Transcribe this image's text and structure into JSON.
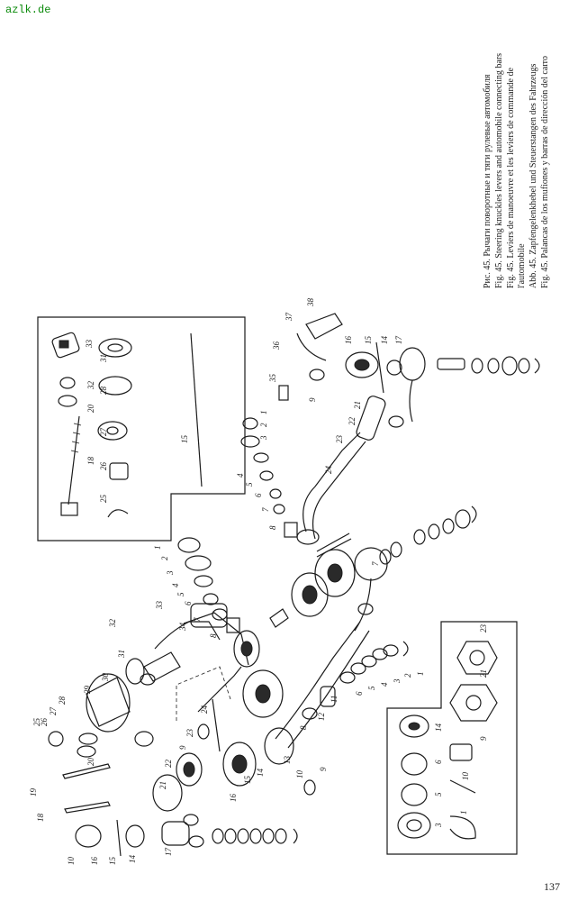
{
  "watermark": "azlk.de",
  "page_number": "137",
  "captions": [
    "Рис. 45. Рычаги поворотные и тяги рулевые автомобиля",
    "Fig. 45. Steering knuckles levers and automobile connecting bars",
    "Fig. 45. Leviers de manoeuvre et les leviers de commande de",
    "l'automobile",
    "Abb. 45. Zapfengelenkhebel und Steuerstangen des Fahrzeugs",
    "Fig. 45. Palancas de los mufiones y barras de dirección del carro"
  ],
  "labels": {
    "top_inset": [
      "33",
      "31",
      "32",
      "28",
      "20",
      "27",
      "18",
      "26",
      "25",
      "15"
    ],
    "upper_assembly": [
      "1",
      "2",
      "3",
      "4",
      "5",
      "6",
      "7",
      "8",
      "9",
      "14",
      "15",
      "16",
      "17",
      "21",
      "22",
      "23",
      "24",
      "35",
      "36",
      "37",
      "38"
    ],
    "left_assembly": [
      "1",
      "2",
      "3",
      "4",
      "5",
      "6",
      "7",
      "8",
      "9",
      "10",
      "14",
      "15",
      "16",
      "17",
      "18",
      "19",
      "20",
      "21",
      "22",
      "23",
      "24",
      "25",
      "26",
      "27",
      "28",
      "29",
      "30",
      "31",
      "32",
      "33",
      "34"
    ],
    "lower_assembly": [
      "1",
      "2",
      "3",
      "4",
      "5",
      "6",
      "7",
      "8",
      "9",
      "10",
      "11",
      "12",
      "13",
      "14",
      "15",
      "16"
    ],
    "bottom_inset": [
      "23",
      "21",
      "14",
      "9",
      "6",
      "10",
      "5",
      "1",
      "3"
    ]
  }
}
